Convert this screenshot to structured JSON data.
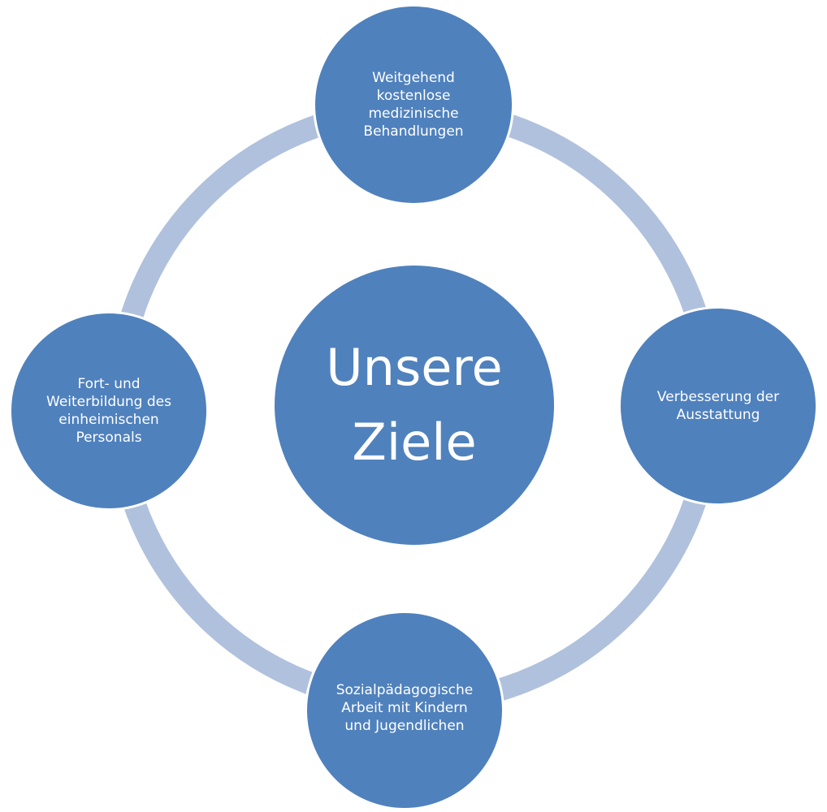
{
  "colors": {
    "node_fill": "#4f81bd",
    "ring": "#b0c1dd",
    "text": "#ffffff",
    "background": "#ffffff"
  },
  "center": {
    "label": "Unsere\nZiele"
  },
  "nodes": {
    "top": {
      "label": "Weitgehend\nkostenlose\nmedizinische\nBehandlungen"
    },
    "right": {
      "label": "Verbesserung der\nAusstattung"
    },
    "bottom": {
      "label": "Sozialpädagogische\nArbeit mit Kindern\nund Jugendlichen"
    },
    "left": {
      "label": "Fort- und\nWeiterbildung des\neinheimischen\nPersonals"
    }
  }
}
